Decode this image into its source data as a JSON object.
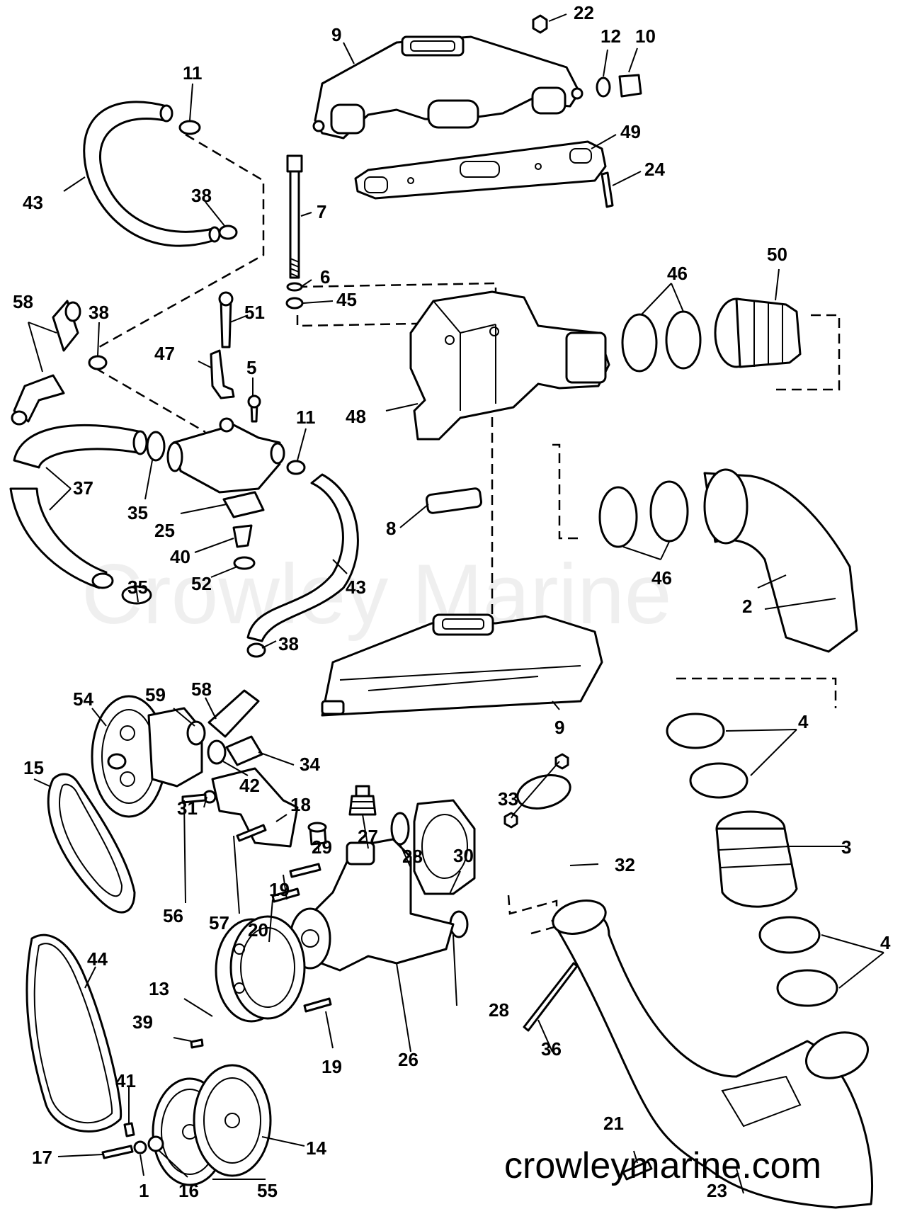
{
  "watermark": "Crowley Marine",
  "site": "crowleymarine.com",
  "callouts": [
    {
      "n": "22"
    },
    {
      "n": "9"
    },
    {
      "n": "12"
    },
    {
      "n": "10"
    },
    {
      "n": "11"
    },
    {
      "n": "49"
    },
    {
      "n": "43"
    },
    {
      "n": "38"
    },
    {
      "n": "7"
    },
    {
      "n": "24"
    },
    {
      "n": "6"
    },
    {
      "n": "45"
    },
    {
      "n": "46"
    },
    {
      "n": "50"
    },
    {
      "n": "58"
    },
    {
      "n": "38"
    },
    {
      "n": "51"
    },
    {
      "n": "47"
    },
    {
      "n": "5"
    },
    {
      "n": "11"
    },
    {
      "n": "48"
    },
    {
      "n": "37"
    },
    {
      "n": "35"
    },
    {
      "n": "25"
    },
    {
      "n": "40"
    },
    {
      "n": "8"
    },
    {
      "n": "46"
    },
    {
      "n": "52"
    },
    {
      "n": "43"
    },
    {
      "n": "35"
    },
    {
      "n": "38"
    },
    {
      "n": "2"
    },
    {
      "n": "54"
    },
    {
      "n": "59"
    },
    {
      "n": "58"
    },
    {
      "n": "9"
    },
    {
      "n": "4"
    },
    {
      "n": "34"
    },
    {
      "n": "15"
    },
    {
      "n": "42"
    },
    {
      "n": "18"
    },
    {
      "n": "33"
    },
    {
      "n": "31"
    },
    {
      "n": "27"
    },
    {
      "n": "29"
    },
    {
      "n": "28"
    },
    {
      "n": "30"
    },
    {
      "n": "32"
    },
    {
      "n": "3"
    },
    {
      "n": "56"
    },
    {
      "n": "19"
    },
    {
      "n": "57"
    },
    {
      "n": "20"
    },
    {
      "n": "4"
    },
    {
      "n": "44"
    },
    {
      "n": "13"
    },
    {
      "n": "28"
    },
    {
      "n": "39"
    },
    {
      "n": "36"
    },
    {
      "n": "19"
    },
    {
      "n": "26"
    },
    {
      "n": "41"
    },
    {
      "n": "21"
    },
    {
      "n": "17"
    },
    {
      "n": "14"
    },
    {
      "n": "1"
    },
    {
      "n": "16"
    },
    {
      "n": "55"
    },
    {
      "n": "23"
    }
  ]
}
